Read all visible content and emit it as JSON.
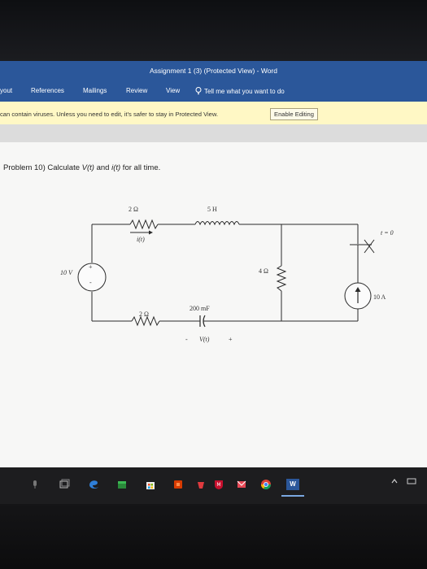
{
  "window": {
    "title": "Assignment 1 (3) (Protected View) - Word"
  },
  "ribbon": {
    "tabs": [
      "yout",
      "References",
      "Mailings",
      "Review",
      "View"
    ],
    "tell_me": "Tell me what you want to do"
  },
  "message_bar": {
    "text": "can contain viruses. Unless you need to edit, it's safer to stay in Protected View.",
    "button": "Enable Editing"
  },
  "document": {
    "problem_prefix": "Problem 10) Calculate ",
    "v": "V(t)",
    "and": " and ",
    "i": "i(t)",
    "suffix": " for all time."
  },
  "circuit": {
    "r1": "2 Ω",
    "inductor": "5 H",
    "current_label": "i(t)",
    "switch_label": "t = 0",
    "source_v": "10 V",
    "r_right": "4 Ω",
    "source_i": "10 A",
    "r2": "2 Ω",
    "capacitor": "200 mF",
    "cap_minus": "-",
    "cap_v": "V(t)",
    "cap_plus": "+",
    "plus": "+",
    "minus": "-"
  },
  "taskbar": {
    "icons": [
      "microphone-icon",
      "task-view-icon",
      "edge-icon",
      "store-icon",
      "store-bag-icon",
      "office-icon",
      "app-icon",
      "mcafee-icon",
      "mail-icon",
      "chrome-icon",
      "word-icon"
    ],
    "word_badge": "W"
  },
  "colors": {
    "word_blue": "#2b579a",
    "message_bar": "#fff8c5",
    "taskbar": "#1d1d1f"
  }
}
